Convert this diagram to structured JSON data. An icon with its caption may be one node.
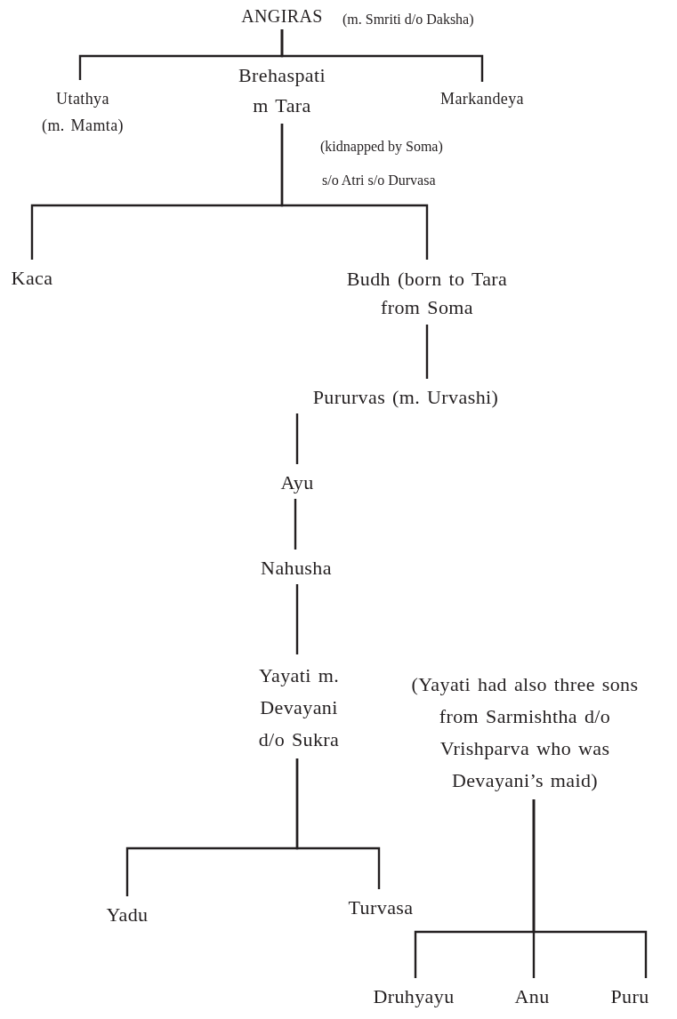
{
  "diagram": {
    "nodes": [
      {
        "text": [
          "ANGIRAS"
        ],
        "beside": [
          "(m. Smriti d/o Daksha)"
        ]
      },
      {
        "text": [
          "Utathya",
          "(m. Mamta)"
        ]
      },
      {
        "text": [
          "Brehaspati m Tara"
        ],
        "beside": [
          "(kidnapped by Soma)",
          "s/o Atri s/o Durvasa"
        ]
      },
      {
        "text": [
          "Markandeya"
        ]
      },
      {
        "text": [
          "Kaca"
        ]
      },
      {
        "text": [
          "Budh (born to Tara from Soma"
        ]
      },
      {
        "text": [
          "Pururvas (m. Urvashi)"
        ]
      },
      {
        "text": [
          "Ayu"
        ]
      },
      {
        "text": [
          "Nahusha"
        ]
      },
      {
        "text": [
          "Yayati m. Devayani d/o Sukra"
        ]
      },
      {
        "text": [
          "(Yayati had also three sons from Sarmishtha d/o Vrishparva who was Devayani’s maid)"
        ]
      },
      {
        "text": [
          "Yadu"
        ]
      },
      {
        "text": [
          "Turvasa"
        ]
      },
      {
        "text": [
          "Druhyayu"
        ]
      },
      {
        "text": [
          "Anu"
        ]
      },
      {
        "text": [
          "Puru"
        ]
      }
    ],
    "edges": [
      {
        "from": 0,
        "to": 1,
        "arrow": "none"
      },
      {
        "from": 0,
        "to": 2,
        "arrow": "none"
      },
      {
        "from": 0,
        "to": 3,
        "arrow": "none"
      },
      {
        "from": 2,
        "to": 4,
        "arrow": "none"
      },
      {
        "from": 2,
        "to": 5,
        "arrow": "none"
      },
      {
        "from": 5,
        "to": 6,
        "arrow": "none"
      },
      {
        "from": 6,
        "to": 7,
        "arrow": "none"
      },
      {
        "from": 7,
        "to": 8,
        "arrow": "none"
      },
      {
        "from": 8,
        "to": 9,
        "arrow": "none"
      },
      {
        "from": 9,
        "to": 11,
        "arrow": "none"
      },
      {
        "from": 9,
        "to": 12,
        "arrow": "none"
      },
      {
        "from": 10,
        "to": 13,
        "arrow": "none"
      },
      {
        "from": 10,
        "to": 14,
        "arrow": "none"
      },
      {
        "from": 10,
        "to": 15,
        "arrow": "none"
      }
    ]
  }
}
